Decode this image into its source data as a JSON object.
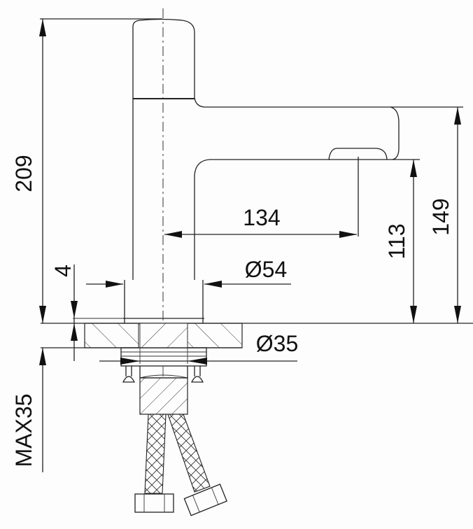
{
  "drawing": {
    "title": "Basin mixer technical dimension drawing",
    "colors": {
      "line": "#222222",
      "background": "#fdfdfd"
    },
    "dimensions": {
      "total_height": "209",
      "spout_reach": "134",
      "spout_clearance": "113",
      "spout_top_height": "149",
      "base_diameter": "Ø54",
      "base_plate_thickness": "4",
      "hole_diameter": "Ø35",
      "max_deck_thickness": "MAX35"
    }
  }
}
